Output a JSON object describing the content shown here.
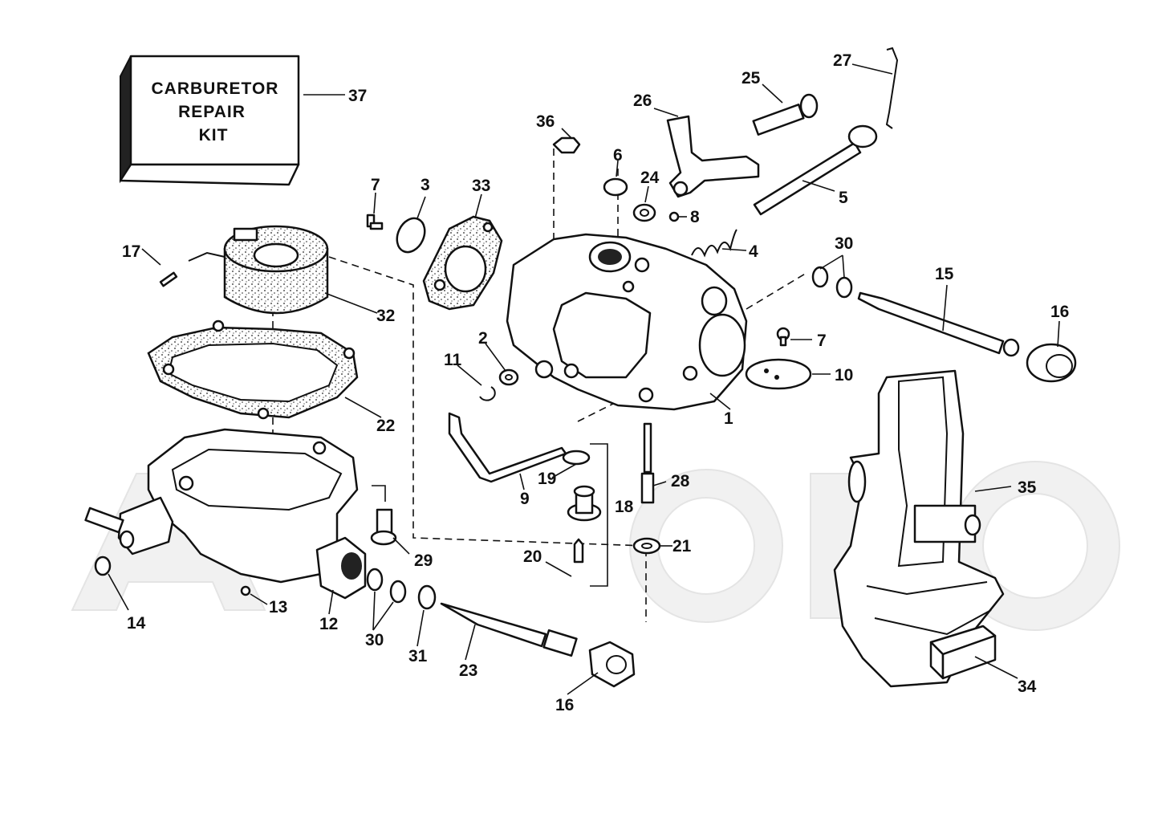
{
  "kit": {
    "line1": "CARBURETOR",
    "line2": "REPAIR",
    "line3": "KIT"
  },
  "callouts": {
    "c37": "37",
    "c27": "27",
    "c25": "25",
    "c26": "26",
    "c36": "36",
    "c6": "6",
    "c24": "24",
    "c8": "8",
    "c7a": "7",
    "c3": "3",
    "c33": "33",
    "c5": "5",
    "c4": "4",
    "c17": "17",
    "c32": "32",
    "c30a": "30",
    "c15": "15",
    "c16a": "16",
    "c2": "2",
    "c11": "11",
    "c7b": "7",
    "c10": "10",
    "c22": "22",
    "c1": "1",
    "c19": "19",
    "c28": "28",
    "c9": "9",
    "c18": "18",
    "c35": "35",
    "c29": "29",
    "c20": "20",
    "c21": "21",
    "c13": "13",
    "c12": "12",
    "c14": "14",
    "c30b": "30",
    "c31": "31",
    "c23": "23",
    "c16b": "16",
    "c34": "34"
  }
}
